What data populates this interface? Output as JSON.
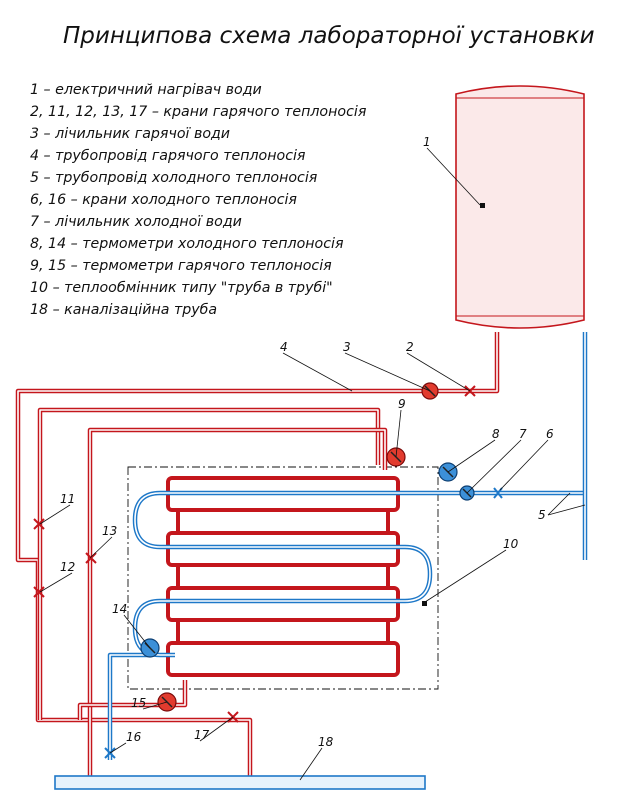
{
  "title": "Принципова схема лабораторної установки",
  "legend": [
    "1 – електричний нагрівач води",
    "2, 11, 12, 13, 17 – крани гарячого теплоносія",
    "3 – лічильник гарячої води",
    "4 – трубопровід гарячого теплоносія",
    "5 – трубопровід холодного теплоносія",
    "6, 16 – крани холодного теплоносія",
    "7 – лічильник холодної води",
    "8, 14 – термометри холодного теплоносія",
    "9, 15 – термометри гарячого теплоносія",
    "10 – теплообмінник типу \"труба в трубі\"",
    "18 – каналізаційна труба"
  ],
  "callouts": {
    "c1": "1",
    "c2": "2",
    "c3": "3",
    "c4": "4",
    "c5": "5",
    "c6": "6",
    "c7": "7",
    "c8": "8",
    "c9": "9",
    "c10": "10",
    "c11": "11",
    "c12": "12",
    "c13": "13",
    "c14": "14",
    "c15": "15",
    "c16": "16",
    "c17": "17",
    "c18": "18"
  },
  "colors": {
    "hot": "#c4161c",
    "hot_fill": "#fbe9e9",
    "cold": "#1e78c8",
    "drain": "#1e78c8",
    "drain_fill": "#e6f2fc",
    "meter_fill": "#e23b2e"
  }
}
